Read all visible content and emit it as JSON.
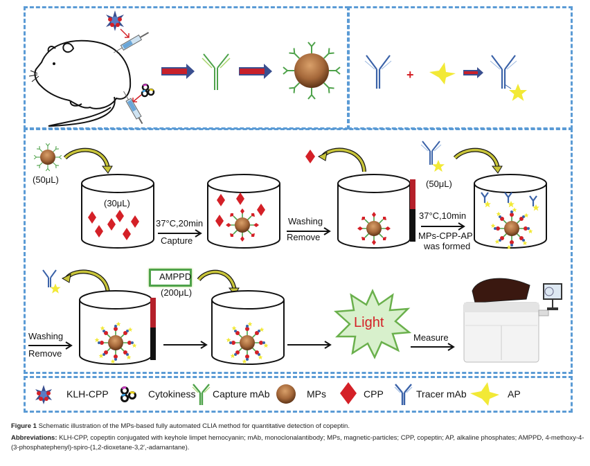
{
  "figure": {
    "panel_top_left": {
      "description": "Mouse immunization with KLH-CPP and cytokines producing capture antibody, coupled to magnetic particles"
    },
    "panel_top_right": {
      "plus_sign": "+"
    },
    "panel_middle": {
      "labels": {
        "mps_volume": "(50μL)",
        "sample_volume": "(30μL)",
        "step1_condition": "37°C,20min",
        "step1_action": "Capture",
        "step2_top": "Washing",
        "step2_bottom": "Remove",
        "tracer_volume": "(50μL)",
        "step3_condition": "37°C,10min",
        "step3_result_line1": "MPs-CPP-AP",
        "step3_result_line2": "was formed"
      }
    },
    "panel_bottom": {
      "labels": {
        "wash_top": "Washing",
        "wash_bottom": "Remove",
        "substrate": "AMPPD",
        "substrate_volume": "(200μL)",
        "light": "Light",
        "measure": "Measure"
      }
    },
    "legend": [
      {
        "icon": "klh-cpp-icon",
        "label": "KLH-CPP"
      },
      {
        "icon": "cytokine-icon",
        "label": "Cytokiness"
      },
      {
        "icon": "capture-mab-icon",
        "label": "Capture mAb"
      },
      {
        "icon": "mps-icon",
        "label": "MPs"
      },
      {
        "icon": "cpp-icon",
        "label": "CPP"
      },
      {
        "icon": "tracer-mab-icon",
        "label": "Tracer mAb"
      },
      {
        "icon": "ap-icon",
        "label": "AP"
      }
    ],
    "colors": {
      "dashed_border": "#5b9bd5",
      "capture_mab": "#4ea24a",
      "tracer_mab": "#3a62a8",
      "cpp": "#d42027",
      "ap": "#f2e936",
      "mp": "#9a5b2e",
      "light_text": "#d42027"
    }
  },
  "caption": {
    "title_prefix": "Figure 1",
    "title_text": "Schematic illustration of the MPs-based fully automated CLIA method for quantitative detection of copeptin.",
    "abbr_prefix": "Abbreviations:",
    "abbr_text": "KLH-CPP, copeptin conjugated with keyhole limpet hemocyanin; mAb, monoclonalantibody; MPs, magnetic-particles; CPP, copeptin; AP, alkaline phosphates; AMPPD, 4-methoxy-4-(3-phosphatephenyl)-spiro-(1,2-dioxetane-3,2′,-adamantane)."
  }
}
